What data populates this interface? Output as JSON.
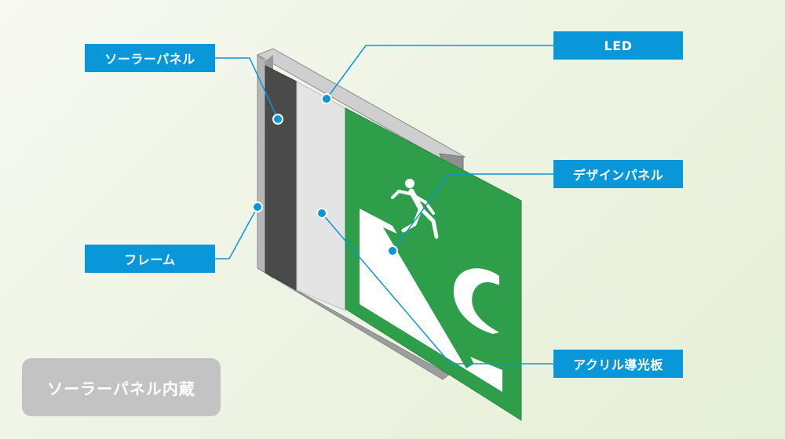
{
  "labels": {
    "solar_panel": "ソーラーパネル",
    "frame": "フレーム",
    "led": "LED",
    "design_panel": "デザインパネル",
    "acrylic_light_guide": "アクリル導光板"
  },
  "badge": "ソーラーパネル内蔵",
  "icons": [
    "running-man-icon",
    "exit-door-icon",
    "curved-arrow-icon"
  ],
  "colors": {
    "label_blue": "#0a97d9",
    "sign_green": "#2e9e4a",
    "frame_gray": "#a5a5a5",
    "solar_dark": "#4a4a4a",
    "acrylic_white": "#e4e4e4",
    "badge_gray": "#c3c3c3"
  }
}
